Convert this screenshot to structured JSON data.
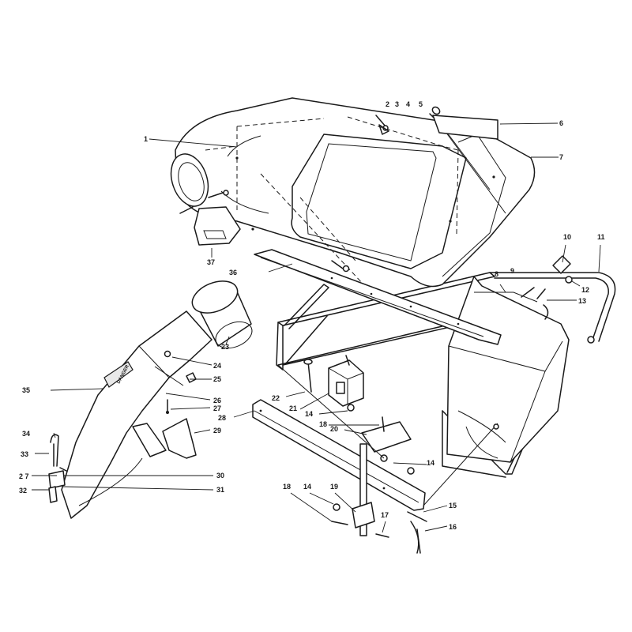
{
  "callouts": {
    "c1": "1",
    "c2": "2",
    "c3": "3",
    "c4": "4",
    "c5": "5",
    "c6": "6",
    "c7": "7",
    "c8": "8",
    "c9": "9",
    "c10": "10",
    "c11": "11",
    "c12": "12",
    "c13": "13",
    "c14a": "14",
    "c14b": "14",
    "c14c": "14",
    "c15": "15",
    "c16": "16",
    "c17": "17",
    "c18a": "18",
    "c18b": "18",
    "c19": "19",
    "c20": "20",
    "c21": "21",
    "c22": "22",
    "c23": "23",
    "c24": "24",
    "c25": "25",
    "c26": "26",
    "c27a": "27",
    "c27b": "2 7",
    "c28": "28",
    "c29": "29",
    "c30": "30",
    "c31": "31",
    "c32": "32",
    "c33": "33",
    "c34": "34",
    "c35": "35",
    "c36": "36",
    "c37": "37"
  },
  "decal_text": "DANGER"
}
